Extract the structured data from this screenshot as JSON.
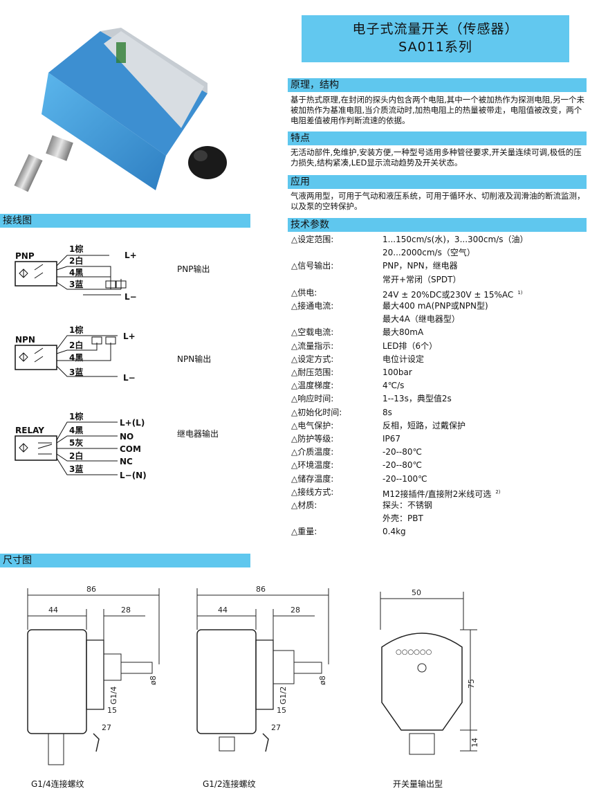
{
  "title": {
    "line1": "电子式流量开关（传感器）",
    "line2": "SA011系列"
  },
  "sections": {
    "principle": {
      "heading": "原理，结构",
      "text": "基于热式原理,在封闭的探头内包含两个电阻,其中一个被加热作为探测电阻,另一个未被加热作为基准电阻,当介质流动时,加热电阻上的热量被带走，电阻值被改变，两个电阻差值被用作判断流速的依据。"
    },
    "features": {
      "heading": "特点",
      "text": "无活动部件,免维护,安装方便,一种型号适用多种管径要求,开关量连续可调,极低的压力损失,结构紧凑,LED显示流动趋势及开关状态。"
    },
    "application": {
      "heading": "应用",
      "text": "气液两用型，可用于气动和液压系统，可用于循环水、切削液及润滑油的断流监测，以及泵的空转保护。"
    },
    "specs_heading": "技术参数",
    "wiring_heading": "接线图",
    "dimension_heading": "尺寸图"
  },
  "specs": [
    {
      "label": "△设定范围:",
      "values": [
        "1...150cm/s(水)，3...300cm/s（油）",
        "20...2000cm/s（空气）"
      ]
    },
    {
      "label": "△信号输出:",
      "values": [
        "PNP，NPN，继电器",
        "常开+常闭（SPDT）"
      ]
    },
    {
      "label": "△供电:",
      "values": [
        "24V ± 20%DC或230V ± 15%AC"
      ],
      "note": "1)"
    },
    {
      "label": "△接通电流:",
      "values": [
        "最大400 mA(PNP或NPN型)",
        "最大4A（继电器型）"
      ]
    },
    {
      "label": "△空载电流:",
      "values": [
        "最大80mA"
      ]
    },
    {
      "label": "△流量指示:",
      "values": [
        "LED排（6个）"
      ]
    },
    {
      "label": "△设定方式:",
      "values": [
        "电位计设定"
      ]
    },
    {
      "label": "△耐压范围:",
      "values": [
        "100bar"
      ]
    },
    {
      "label": "△温度梯度:",
      "values": [
        "4℃/s"
      ]
    },
    {
      "label": "△响应时间:",
      "values": [
        "1--13s，典型值2s"
      ]
    },
    {
      "label": "△初始化时间:",
      "values": [
        "8s"
      ]
    },
    {
      "label": "△电气保护:",
      "values": [
        "反相，短路，过戴保护"
      ]
    },
    {
      "label": "△防护等级:",
      "values": [
        "IP67"
      ]
    },
    {
      "label": "△介质温度:",
      "values": [
        "-20--80℃"
      ]
    },
    {
      "label": "△环境温度:",
      "values": [
        "-20--80℃"
      ]
    },
    {
      "label": "△储存温度:",
      "values": [
        "-20--100℃"
      ]
    },
    {
      "label": "△接线方式:",
      "values": [
        "M12接插件/直接附2米线可选"
      ],
      "note": "2)"
    },
    {
      "label": "△材质:",
      "values": [
        "探头：不锈钢",
        "外壳：PBT"
      ]
    },
    {
      "label": "△重量:",
      "values": [
        "0.4kg"
      ]
    }
  ],
  "wiring": {
    "pnp": {
      "tag": "PNP",
      "output": "PNP输出",
      "wires": [
        "1棕",
        "2白",
        "4黑",
        "3蓝"
      ],
      "terms": [
        "L+",
        "L−"
      ]
    },
    "npn": {
      "tag": "NPN",
      "output": "NPN输出",
      "wires": [
        "1棕",
        "2白",
        "4黑",
        "3蓝"
      ],
      "terms": [
        "L+",
        "L−"
      ]
    },
    "relay": {
      "tag": "RELAY",
      "output": "继电器输出",
      "wires": [
        "1棕",
        "4黑",
        "5灰",
        "2白",
        "3蓝"
      ],
      "terms": [
        "L+(L)",
        "NO",
        "COM",
        "NC",
        "L−(N)"
      ]
    }
  },
  "dimensions": {
    "d1": {
      "total": "86",
      "body": "44",
      "fit": "28",
      "dia": "ø8",
      "thread": "G1/4",
      "len": "15",
      "wrench": "27",
      "caption": "G1/4连接螺纹"
    },
    "d2": {
      "total": "86",
      "body": "44",
      "fit": "28",
      "dia": "ø8",
      "thread": "G1/2",
      "len": "15",
      "wrench": "27",
      "caption": "G1/2连接螺纹"
    },
    "d3": {
      "width": "50",
      "height": "75",
      "conn": "14",
      "leds": "○○○○○○",
      "caption": "开关量输出型"
    }
  },
  "colors": {
    "accent": "#5fc7ee",
    "product_body": "#3a8fd0"
  }
}
